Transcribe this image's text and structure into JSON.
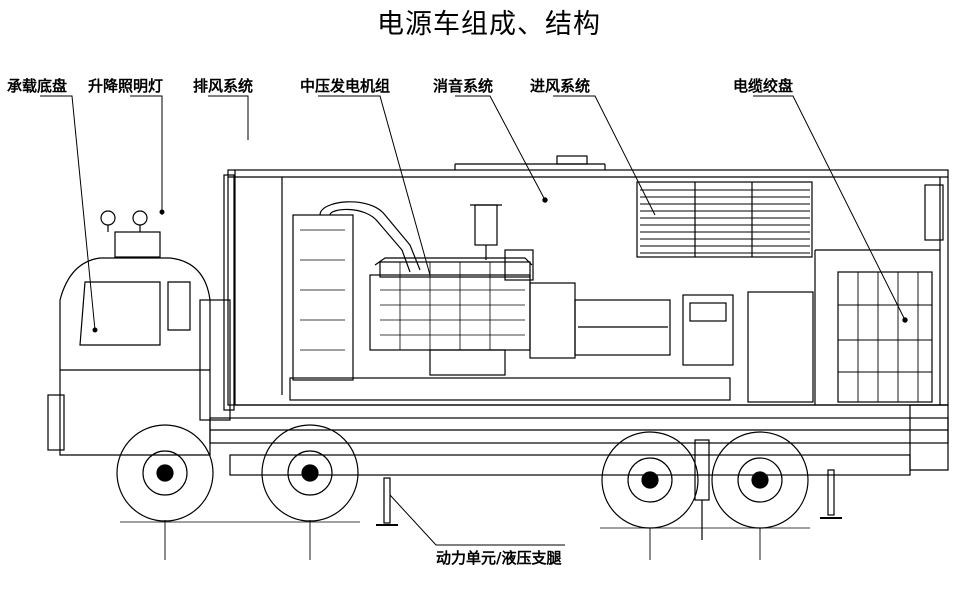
{
  "title": "电源车组成、结构",
  "labels": {
    "chassis": "承载底盘",
    "lift_light": "升降照明灯",
    "exhaust": "排风系统",
    "genset": "中压发电机组",
    "muffler": "消音系统",
    "intake": "进风系统",
    "cable_reel": "电缆绞盘",
    "power_unit": "动力单元/液压支腿"
  }
}
